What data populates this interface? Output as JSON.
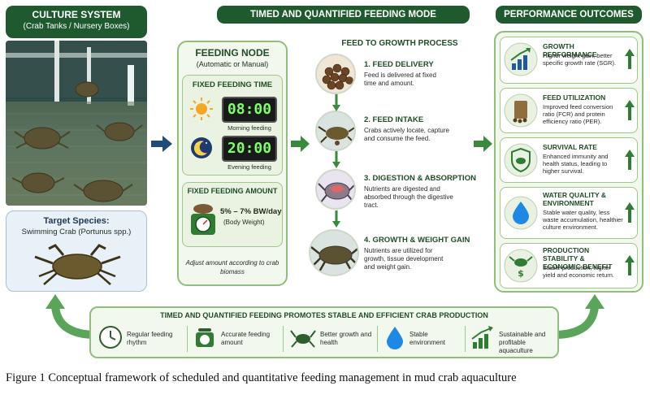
{
  "culture": {
    "title": "CULTURE SYSTEM",
    "subtitle": "(Crab Tanks / Nursery Boxes)",
    "species_title": "Target Species:",
    "species_name": "Swimming Crab (Portunus spp.)"
  },
  "timed": {
    "header": "TIMED AND QUANTIFIED FEEDING MODE",
    "node_title": "FEEDING NODE",
    "node_subtitle": "(Automatic or Manual)",
    "fixed_time_title": "FIXED FEEDING TIME",
    "morning_time": "08:00",
    "morning_label": "Morning feeding",
    "evening_time": "20:00",
    "evening_label": "Evening feeding",
    "amount_title": "FIXED FEEDING AMOUNT",
    "amount_value": "5% – 7% BW/day",
    "amount_note": "(Body Weight)",
    "adjust_note": "Adjust amount according to crab biomass"
  },
  "process": {
    "title": "FEED TO GROWTH PROCESS",
    "steps": [
      {
        "title": "1. FEED DELIVERY",
        "desc": "Feed is delivered at fixed time and amount."
      },
      {
        "title": "2. FEED INTAKE",
        "desc": "Crabs actively locate, capture and consume the feed."
      },
      {
        "title": "3. DIGESTION & ABSORPTION",
        "desc": "Nutrients are digested and absorbed through the digestive tract."
      },
      {
        "title": "4. GROWTH & WEIGHT GAIN",
        "desc": "Nutrients are utilized for growth, tissue development and weight gain."
      }
    ]
  },
  "performance": {
    "header": "PERFORMANCE OUTCOMES",
    "items": [
      {
        "title": "GROWTH PERFORMANCE",
        "desc": "Higher weight gain, better specific growth rate (SGR).",
        "icon": "bar-chart-icon"
      },
      {
        "title": "FEED UTILIZATION",
        "desc": "Improved feed conversion ratio (FCR) and protein efficiency ratio (PER).",
        "icon": "feed-bag-icon"
      },
      {
        "title": "SURVIVAL RATE",
        "desc": "Enhanced immunity and health status, leading to higher survival.",
        "icon": "shield-crab-icon"
      },
      {
        "title": "WATER QUALITY & ENVIRONMENT",
        "desc": "Stable water quality, less waste accumulation, healthier culture environment.",
        "icon": "water-drop-icon"
      },
      {
        "title": "PRODUCTION STABILITY & ECONOMIC BENEFIT",
        "desc": "Stable production, higher yield and economic return.",
        "icon": "crab-dollar-icon"
      }
    ]
  },
  "bottom": {
    "title": "TIMED AND QUANTIFIED FEEDING PROMOTES STABLE AND EFFICIENT CRAB PRODUCTION",
    "items": [
      {
        "label": "Regular feeding rhythm",
        "icon": "clock-icon"
      },
      {
        "label": "Accurate feeding amount",
        "icon": "scale-icon"
      },
      {
        "label": "Better growth and health",
        "icon": "crab-icon"
      },
      {
        "label": "Stable environment",
        "icon": "water-drop-icon"
      },
      {
        "label": "Sustainable and profitable aquaculture",
        "icon": "growth-chart-icon"
      }
    ]
  },
  "caption": "Figure 1 Conceptual framework of scheduled and quantitative feeding management in mud crab aquaculture"
}
